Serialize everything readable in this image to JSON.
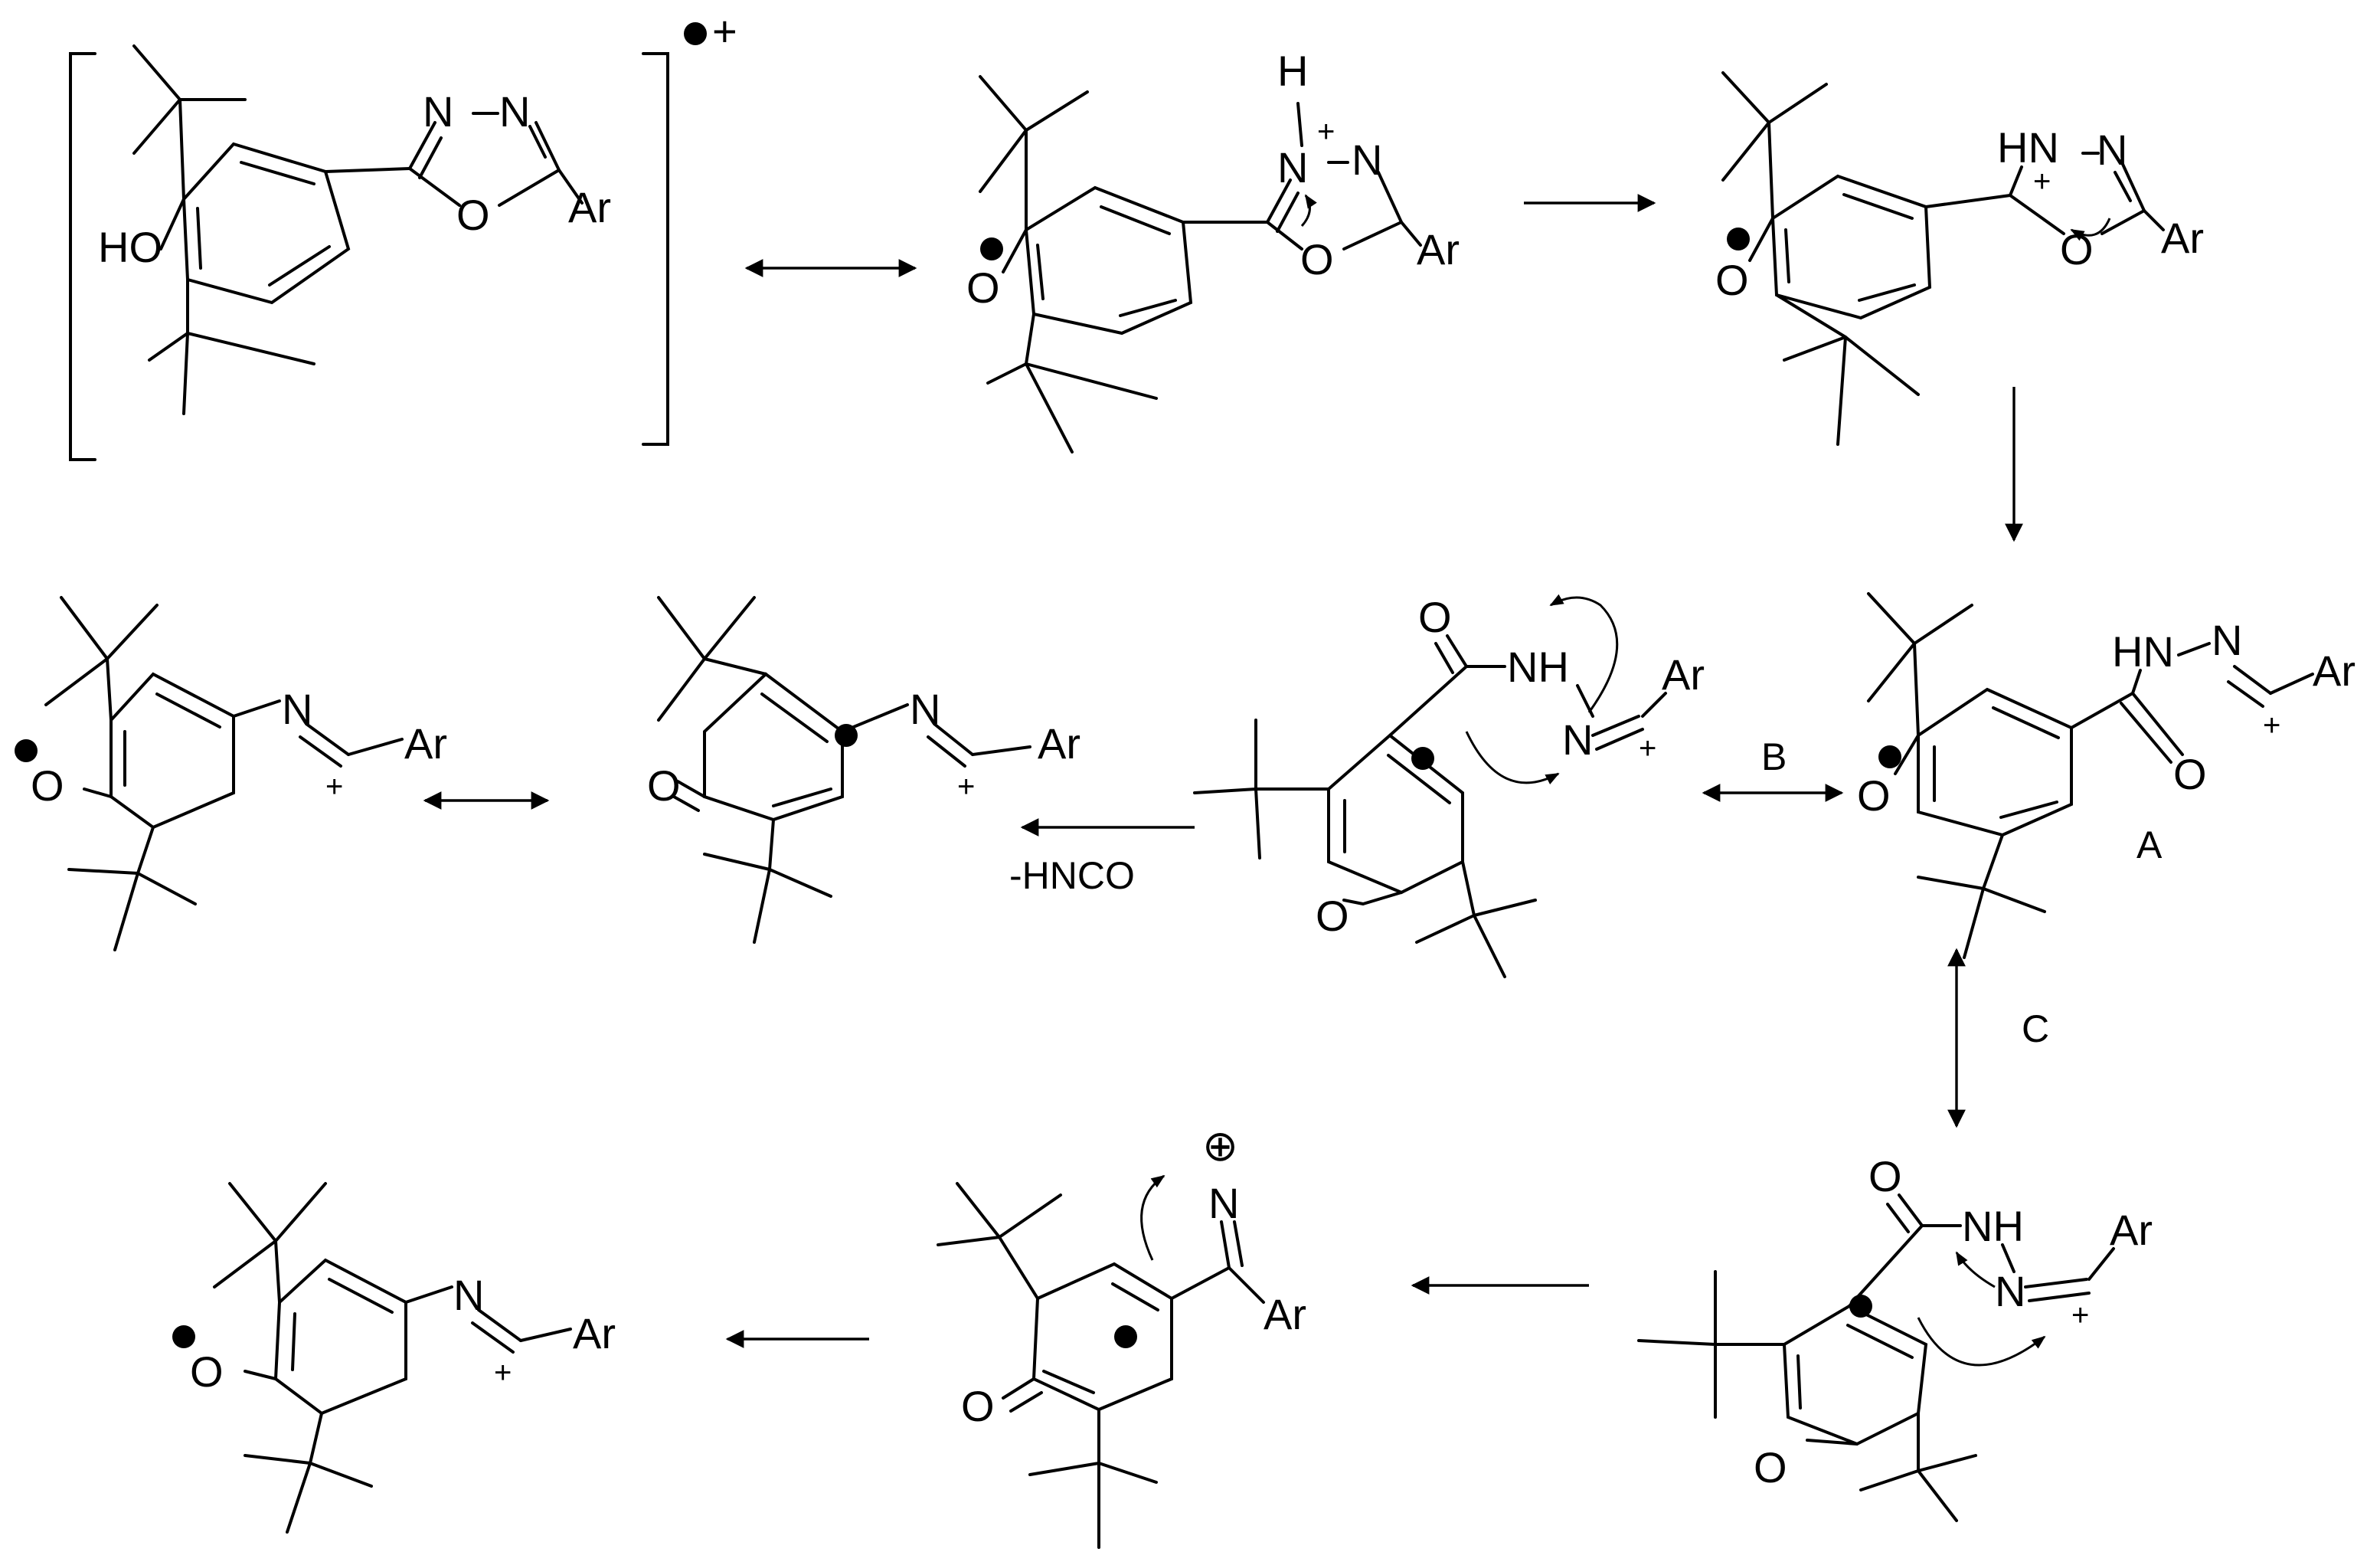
{
  "atoms": {
    "ar": "Ar",
    "n": "N",
    "o": "O",
    "h": "H",
    "nh": "NH",
    "hn": "HN",
    "ho": "HO",
    "plus": "+",
    "circled_plus": "⊕",
    "radical_cation": "•+"
  },
  "labels": {
    "path_a": "A",
    "path_b": "B",
    "path_c": "C",
    "loss_hnco": "-HNCO"
  },
  "colors": {
    "ink": "#000000",
    "background": "#ffffff"
  }
}
